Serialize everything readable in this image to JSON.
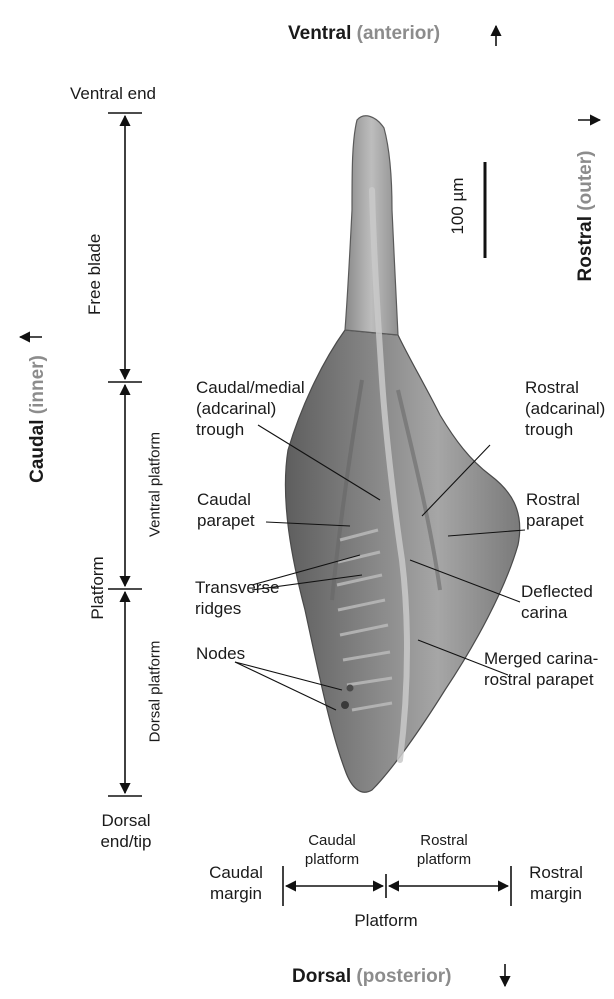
{
  "orientation": {
    "top": {
      "bold": "Ventral",
      "grey": "(anterior)"
    },
    "bottom": {
      "bold": "Dorsal",
      "grey": "(posterior)"
    },
    "left": {
      "bold": "Caudal",
      "grey": "(inner)"
    },
    "right": {
      "bold": "Rostral",
      "grey": "(outer)"
    }
  },
  "scale_bar": {
    "label": "100 µm",
    "value_um": 100
  },
  "left_axis": {
    "ventral_end": "Ventral end",
    "free_blade": "Free blade",
    "platform": "Platform",
    "ventral_platform": "Ventral platform",
    "dorsal_platform": "Dorsal platform",
    "dorsal_end_1": "Dorsal",
    "dorsal_end_2": "end/tip"
  },
  "labels_left": {
    "caudal_trough": [
      "Caudal/medial",
      "(adcarinal)",
      "trough"
    ],
    "caudal_parapet": [
      "Caudal",
      "parapet"
    ],
    "transverse_ridges": [
      "Transverse",
      "ridges"
    ],
    "nodes": "Nodes"
  },
  "labels_right": {
    "rostral_trough": [
      "Rostral",
      "(adcarinal)",
      "trough"
    ],
    "rostral_parapet": [
      "Rostral",
      "parapet"
    ],
    "deflected_carina": [
      "Deflected",
      "carina"
    ],
    "merged": [
      "Merged carina-",
      "rostral parapet"
    ]
  },
  "bottom_axis": {
    "caudal_margin": [
      "Caudal",
      "margin"
    ],
    "caudal_platform": [
      "Caudal",
      "platform"
    ],
    "rostral_platform": [
      "Rostral",
      "platform"
    ],
    "rostral_margin": [
      "Rostral",
      "margin"
    ],
    "platform": "Platform"
  },
  "colors": {
    "text": "#1a1a1a",
    "muted": "#8c8c8c",
    "specimen": "#8a8a8a"
  }
}
